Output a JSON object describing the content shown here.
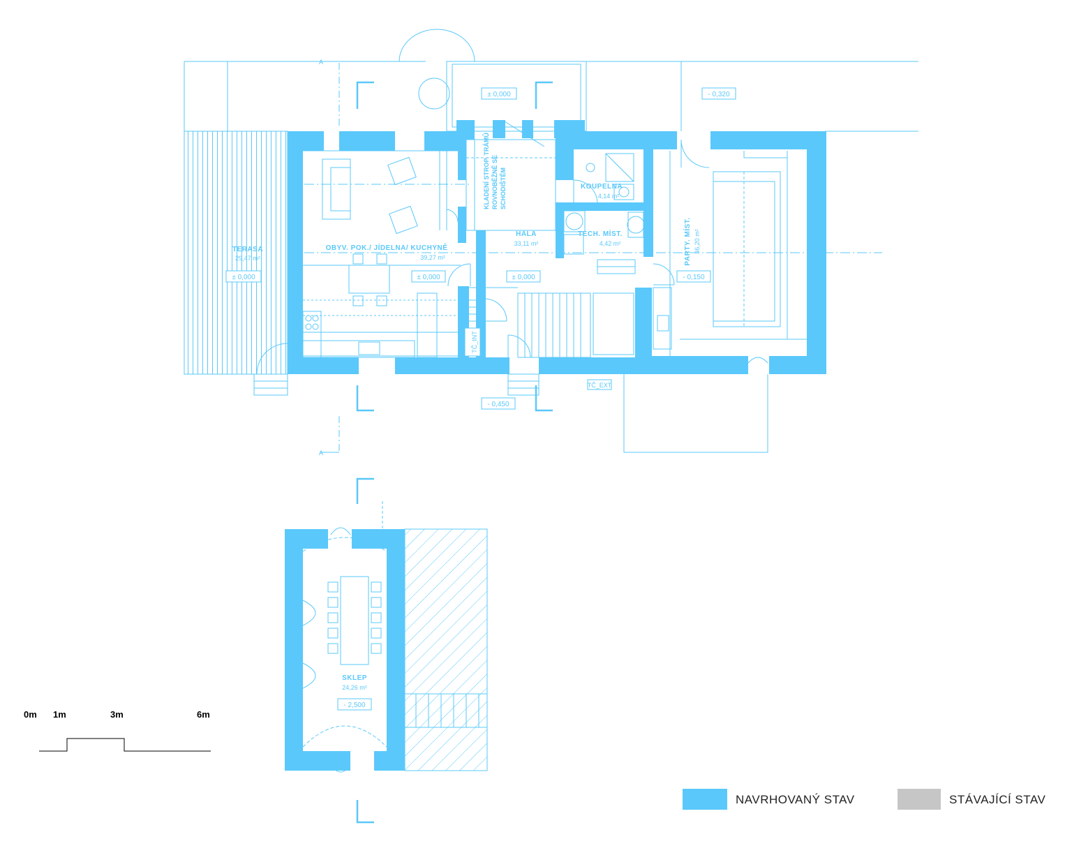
{
  "colors": {
    "proposed": "#5ac8fa",
    "existing": "#c6c6c6",
    "line": "#5ac8fa",
    "ink": "#000000"
  },
  "rooms": {
    "terasa": {
      "name": "TERASA",
      "area": "29,47 m²"
    },
    "obyv": {
      "name": "OBYV. POK./ JÍDELNA/ KUCHYNĚ",
      "area": "39,27 m²"
    },
    "strop": {
      "line1": "KLADENÍ STROP. TRÁMŮ",
      "line2": "ROVNOBĚŽNĚ SE",
      "line3": "SCHODIŠTĚM"
    },
    "koupelna": {
      "name": "KOUPELNA",
      "area": "4,14 m²"
    },
    "hala": {
      "name": "HALA",
      "area": "33,11 m²"
    },
    "tech": {
      "name": "TECH. MÍST.",
      "area": "4,42 m²"
    },
    "party": {
      "name": "PARTY. MÍST.",
      "area": "36,20 m²"
    },
    "sklep": {
      "name": "SKLEP",
      "area": "24,26 m²"
    }
  },
  "levels": {
    "l1": "± 0,000",
    "l2": "- 0,320",
    "l3": "± 0,000",
    "l4": "± 0,000",
    "l5": "± 0,000",
    "l6": "- 0,150",
    "l7": "- 0,450",
    "l8": "- 2,500"
  },
  "tags": {
    "tc_int": "TČ_INT",
    "tc_ext": "TČ_EXT",
    "section": "A"
  },
  "scale": {
    "m0": "0m",
    "m1": "1m",
    "m3": "3m",
    "m6": "6m"
  },
  "legend": {
    "proposed": "NAVRHOVANÝ STAV",
    "existing": "STÁVAJÍCÍ STAV"
  }
}
